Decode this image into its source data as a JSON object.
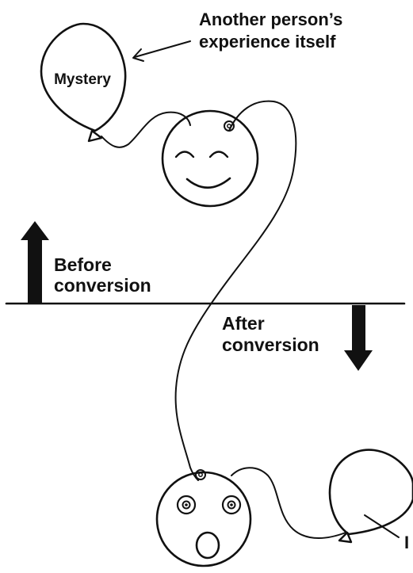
{
  "labels": {
    "balloon_mystery": "Mystery",
    "annotation_line1": "Another person’s",
    "annotation_line2": "experience itself",
    "before_line1": "Before",
    "before_line2": "conversion",
    "after_line1": "After",
    "after_line2": "conversion",
    "cut_off_label": "I"
  },
  "colors": {
    "ink": "#111111",
    "background": "#ffffff"
  },
  "icons": {
    "up_arrow": "up-arrow-icon",
    "down_arrow": "down-arrow-icon",
    "annotation_arrow": "pointer-arrow-icon"
  }
}
